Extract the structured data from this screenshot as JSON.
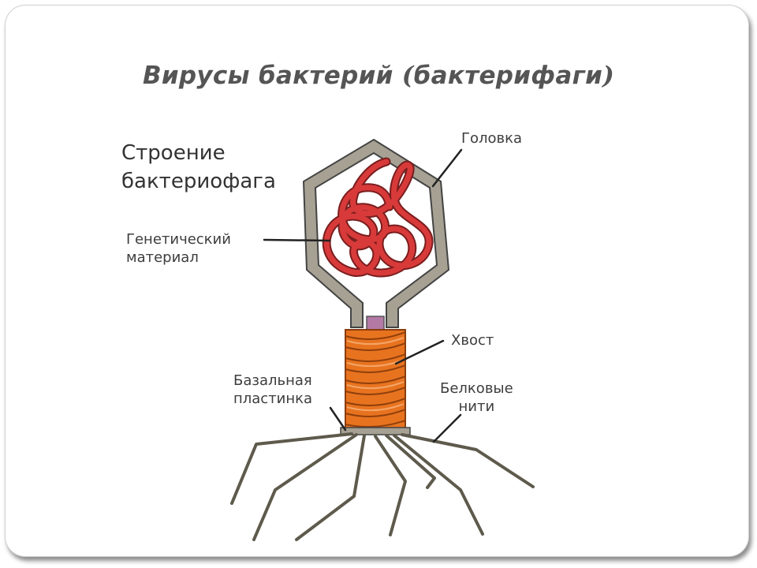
{
  "title": {
    "main": "Вирусы бактерий ",
    "open_paren": "(",
    "inner": "бактерифаги",
    "close_paren": ")"
  },
  "diagram": {
    "subtitle_line1": "Строение",
    "subtitle_line2": "бактериофага",
    "labels": {
      "head": "Головка",
      "genetic_line1": "Генетический",
      "genetic_line2": "материал",
      "tail": "Хвост",
      "basal_line1": "Базальная",
      "basal_line2": "пластинка",
      "fibers_line1": "Белковые",
      "fibers_line2": "нити"
    }
  },
  "colors": {
    "capsid_fill": "#a6a193",
    "capsid_stroke": "#444444",
    "dna": "#d83a3a",
    "tail_sheath": "#e8731f",
    "tail_core": "#b37aa6",
    "fibers": "#5e5a4c",
    "title": "#555555"
  }
}
